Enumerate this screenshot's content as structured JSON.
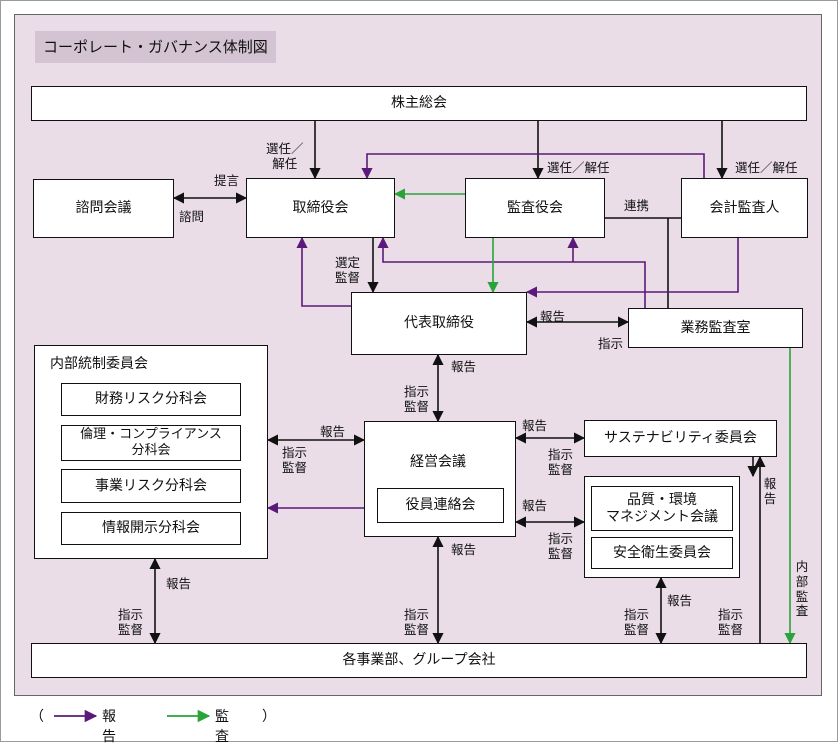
{
  "title": "コーポレート・ガバナンス体制図",
  "boxes": {
    "shareholders": "株主総会",
    "advisory": "諮問会議",
    "board": "取締役会",
    "audit_board": "監査役会",
    "accounting_auditor": "会計監査人",
    "president": "代表取締役",
    "internal_audit": "業務監査室",
    "management": "経営会議",
    "officers": "役員連絡会",
    "sustainability": "サステナビリティ委員会",
    "quality": "品質・環境\nマネジメント会議",
    "safety": "安全衛生委員会",
    "divisions": "各事業部、グループ会社"
  },
  "internal_control": {
    "title": "内部統制委員会",
    "items": [
      "財務リスク分科会",
      "倫理・コンプライアンス\n分科会",
      "事業リスク分科会",
      "情報開示分科会"
    ]
  },
  "labels": {
    "elect1": "選任／\n解任",
    "elect2": "選任／解任",
    "elect3": "選任／解任",
    "propose": "提言",
    "consult": "諮問",
    "select": "選定\n監督",
    "cooperate": "連携",
    "report_ia": "報告",
    "instruct_ia": "指示",
    "report_pm": "報告",
    "instruct_pm": "指示\n監督",
    "report_ic": "報告",
    "instruct_ic": "指示\n監督",
    "report_sus": "報告",
    "instruct_sus": "指示\n監督",
    "report_q": "報告",
    "instruct_q": "指示\n監督",
    "report_sus_right": "報告",
    "report_md": "報告",
    "instruct_md": "指示\n監督",
    "report_icd": "報告",
    "instruct_icd": "指示\n監督",
    "report_qd": "報告",
    "instruct_qd": "指示\n監督",
    "instruct_sd": "指示\n監督",
    "internal_audit_v": "内部\n監査"
  },
  "legend": {
    "open": "（",
    "report": "報告",
    "audit": "監査",
    "close": "）"
  },
  "colors": {
    "report": "#5b1a7a",
    "audit": "#2aa33a",
    "panel": "#eadde8",
    "title_bg": "#d4c3d2"
  }
}
